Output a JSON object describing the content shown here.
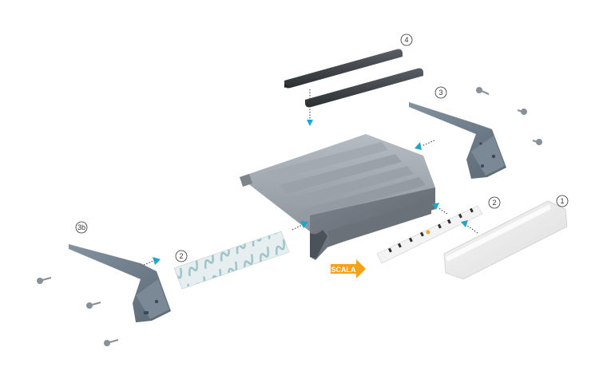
{
  "callouts": {
    "diffuser": "1",
    "adhesive_tape_a": "2",
    "adhesive_tape_b": "2",
    "end_cap_right": "3",
    "anti_slip_inserts": "4",
    "end_cap_left": "3b"
  },
  "brand_tag": "SCALA",
  "colors": {
    "profile": "#8c939b",
    "rubber": "#3b3f44",
    "end_cap": "#6d7a88",
    "arrow": "#1aa7c8",
    "brand": "#f5a21b",
    "tape": "#d8e4e6"
  }
}
